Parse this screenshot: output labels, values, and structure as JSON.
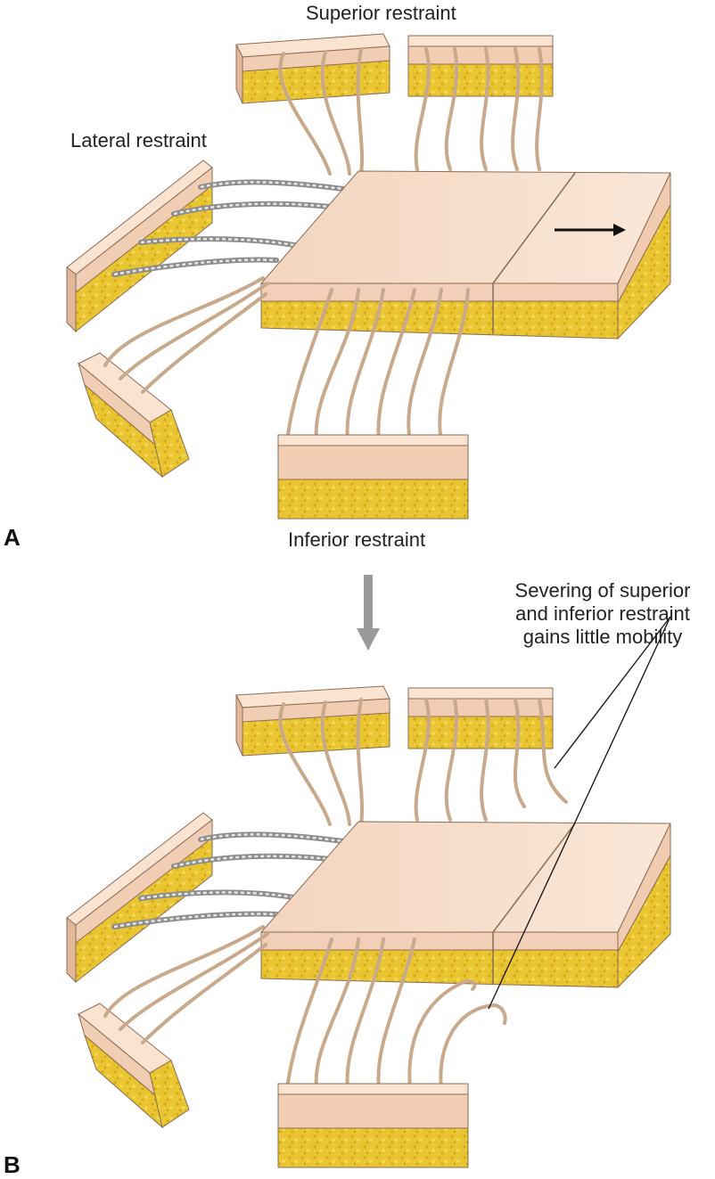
{
  "panel_a": {
    "letter": "A",
    "labels": {
      "superior": "Superior restraint",
      "lateral": "Lateral restraint",
      "inferior": "Inferior restraint"
    }
  },
  "panel_b": {
    "letter": "B",
    "annotation": [
      "Severing of superior",
      "and inferior restraint",
      "gains little mobility"
    ]
  },
  "colors": {
    "skin_top": "#f7dcc6",
    "skin_side": "#f1cdb3",
    "fat": "#e8c42e",
    "fat_dark": "#caa01a",
    "outline": "#8a6d55",
    "fiber": "#c9a98c",
    "arrow_gray": "#9a9a9a"
  }
}
